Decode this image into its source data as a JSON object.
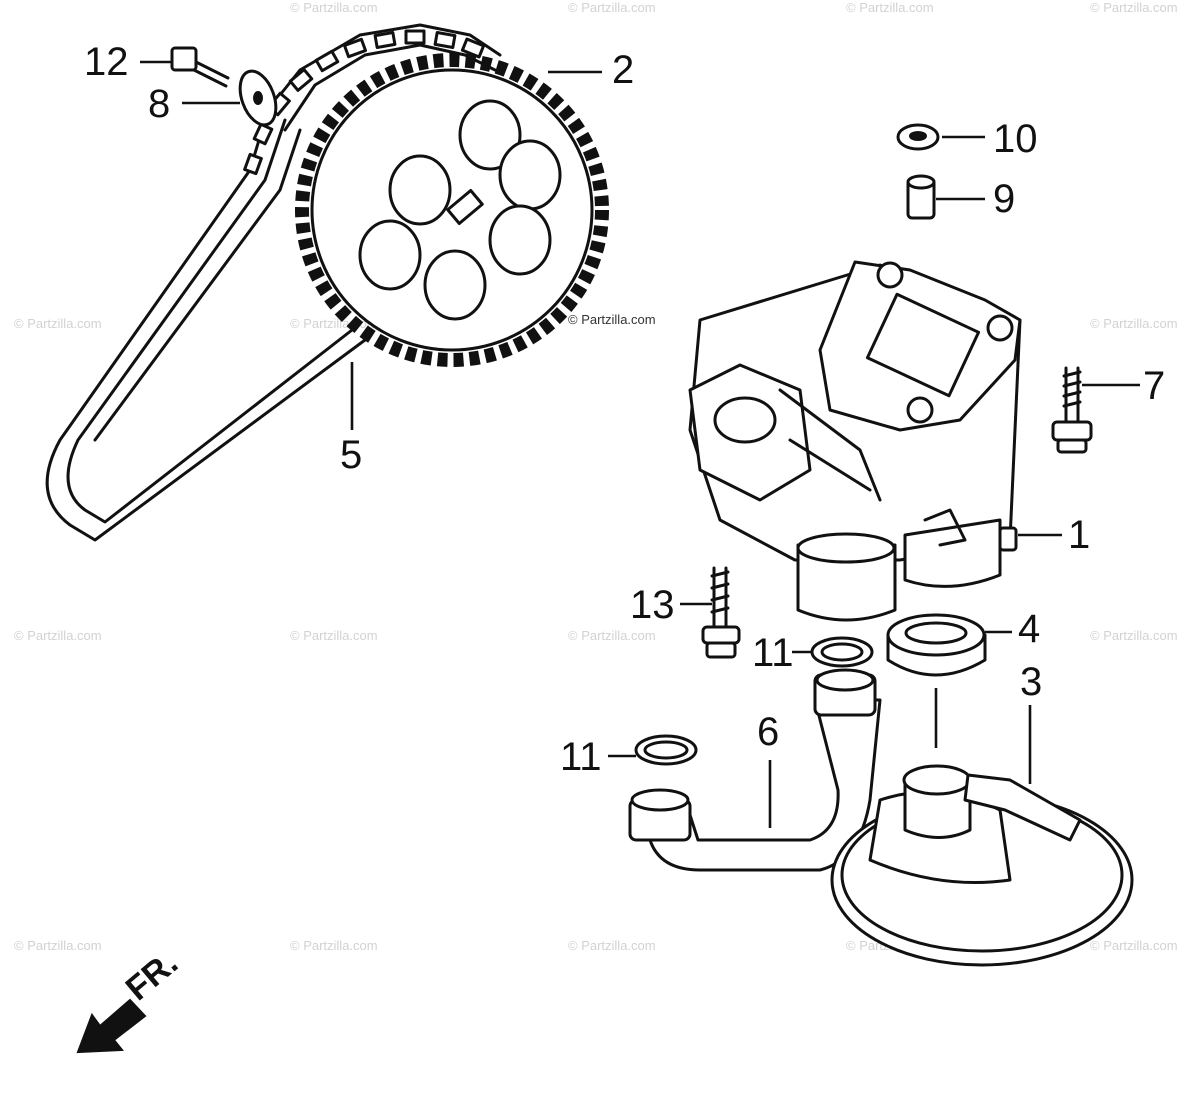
{
  "diagram": {
    "watermark_text": "© Partzilla.com",
    "center_watermark_text": "© Partzilla.com",
    "front_marker": "FR.",
    "callouts": [
      {
        "id": "c1",
        "label": "1"
      },
      {
        "id": "c2",
        "label": "2"
      },
      {
        "id": "c3",
        "label": "3"
      },
      {
        "id": "c4",
        "label": "4"
      },
      {
        "id": "c5",
        "label": "5"
      },
      {
        "id": "c6",
        "label": "6"
      },
      {
        "id": "c7",
        "label": "7"
      },
      {
        "id": "c8",
        "label": "8"
      },
      {
        "id": "c9",
        "label": "9"
      },
      {
        "id": "c10",
        "label": "10"
      },
      {
        "id": "c11a",
        "label": "11"
      },
      {
        "id": "c11b",
        "label": "11"
      },
      {
        "id": "c12",
        "label": "12"
      },
      {
        "id": "c13",
        "label": "13"
      }
    ]
  }
}
